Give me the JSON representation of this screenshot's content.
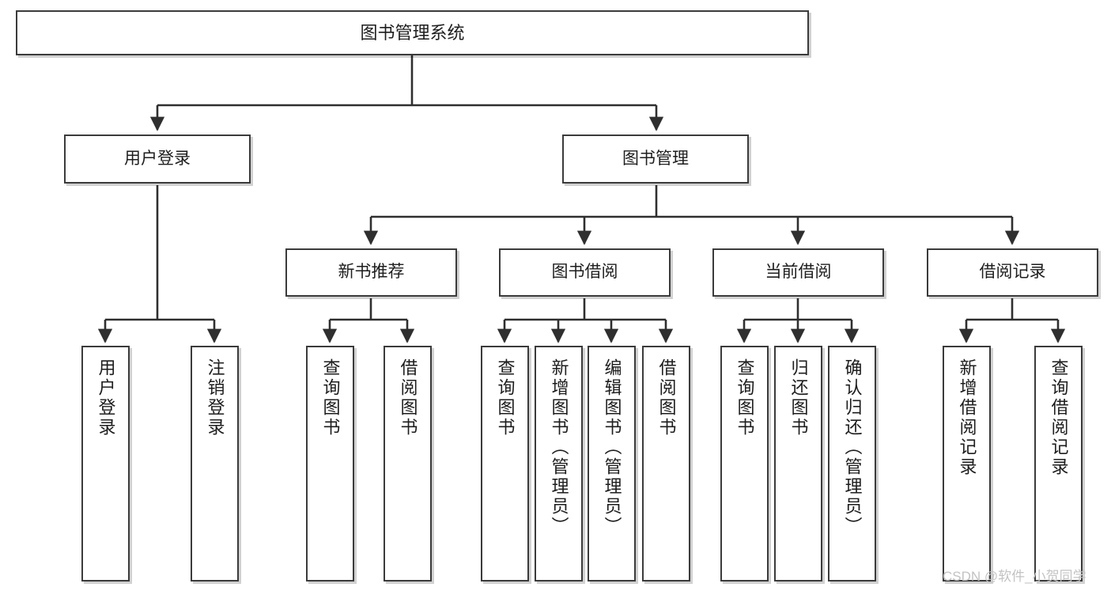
{
  "diagram": {
    "title": "图书管理系统",
    "watermark": "CSDN @软件_小贺同学",
    "theme": {
      "background": "#ffffff",
      "box_border": "#3b3b3b",
      "box_fill": "#ffffff",
      "text": "#1d1d1d",
      "connector": "#2f2f2f",
      "watermark": "#c3c3c3"
    },
    "nodes": {
      "root": {
        "label": "图书管理系统"
      },
      "level2": [
        {
          "id": "user-login",
          "label": "用户登录"
        },
        {
          "id": "book-manage",
          "label": "图书管理"
        }
      ],
      "level3": [
        {
          "id": "new-book-recommend",
          "label": "新书推荐"
        },
        {
          "id": "book-borrow",
          "label": "图书借阅"
        },
        {
          "id": "current-borrow",
          "label": "当前借阅"
        },
        {
          "id": "borrow-record",
          "label": "借阅记录"
        }
      ],
      "leaves": [
        {
          "id": "leaf-user-login",
          "label": "用户登录",
          "parent": "user-login"
        },
        {
          "id": "leaf-user-logout",
          "label": "注销登录",
          "parent": "user-login"
        },
        {
          "id": "leaf-query-book-1",
          "label": "查询图书",
          "parent": "new-book-recommend"
        },
        {
          "id": "leaf-borrow-book-1",
          "label": "借阅图书",
          "parent": "new-book-recommend"
        },
        {
          "id": "leaf-query-book-2",
          "label": "查询图书",
          "parent": "book-borrow"
        },
        {
          "id": "leaf-add-book",
          "label": "新增图书（管理员）",
          "parent": "book-borrow"
        },
        {
          "id": "leaf-edit-book",
          "label": "编辑图书（管理员）",
          "parent": "book-borrow"
        },
        {
          "id": "leaf-borrow-book-2",
          "label": "借阅图书",
          "parent": "book-borrow"
        },
        {
          "id": "leaf-query-book-3",
          "label": "查询图书",
          "parent": "current-borrow"
        },
        {
          "id": "leaf-return-book",
          "label": "归还图书",
          "parent": "current-borrow"
        },
        {
          "id": "leaf-confirm-return",
          "label": "确认归还（管理员）",
          "parent": "current-borrow"
        },
        {
          "id": "leaf-add-record",
          "label": "新增借阅记录",
          "parent": "borrow-record"
        },
        {
          "id": "leaf-query-record",
          "label": "查询借阅记录",
          "parent": "borrow-record"
        }
      ]
    }
  }
}
